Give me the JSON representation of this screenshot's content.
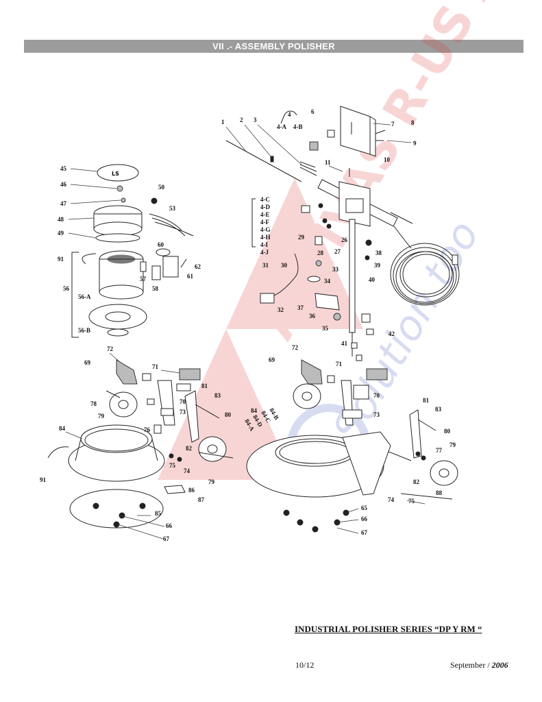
{
  "header": {
    "title": "VII .- ASSEMBLY POLISHER"
  },
  "footer": {
    "series_title": "INDUSTRIAL POLISHER SERIES “DP Y RM “",
    "page_number": "10/12",
    "date_month": "September /",
    "date_year": "2006"
  },
  "watermark": {
    "lines": [
      "ACTIVAS R-US AND",
      "Solution too"
    ]
  },
  "callouts": {
    "motor_side": [
      "45",
      "46",
      "47",
      "48",
      "49",
      "50",
      "53",
      "91",
      "60",
      "62",
      "57",
      "61",
      "58",
      "56",
      "56-A",
      "56-B"
    ],
    "handle_side": [
      "1",
      "2",
      "3",
      "4",
      "4-A",
      "4-B",
      "6",
      "7",
      "8",
      "9",
      "11",
      "10",
      "4-C",
      "4-D",
      "4-E",
      "4-F",
      "4-G",
      "4-H",
      "4-I",
      "4-J",
      "29",
      "26",
      "27",
      "28",
      "38",
      "39",
      "40",
      "31",
      "30",
      "33",
      "34",
      "32",
      "37",
      "36",
      "35",
      "41",
      "42"
    ],
    "base_left": [
      "72",
      "69",
      "71",
      "78",
      "79",
      "70",
      "81",
      "83",
      "73",
      "76",
      "84",
      "80",
      "75",
      "74",
      "79",
      "82",
      "91",
      "86",
      "87",
      "85",
      "66",
      "67"
    ],
    "base_right": [
      "72",
      "69",
      "71",
      "70",
      "73",
      "84",
      "84-B",
      "84-C",
      "84-D",
      "84-A",
      "81",
      "83",
      "80",
      "77",
      "79",
      "82",
      "74",
      "75",
      "88",
      "65",
      "66",
      "67"
    ]
  }
}
